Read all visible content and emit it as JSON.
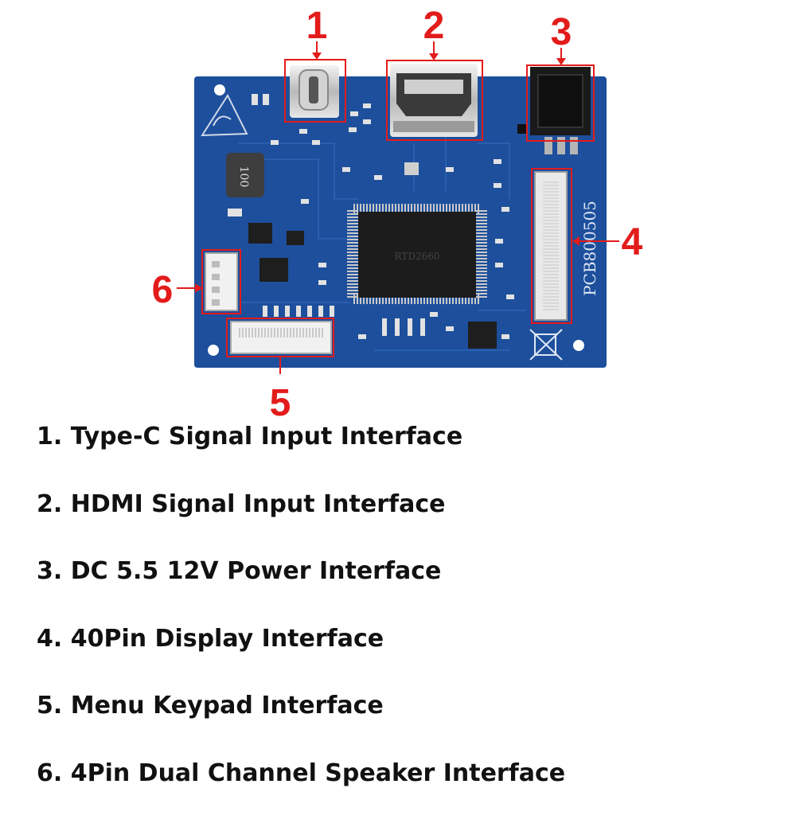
{
  "board": {
    "silkscreen_label": "PCB800505",
    "chip_marking": "RTD2660",
    "inductor_marking": "100"
  },
  "callouts": [
    {
      "number": "1"
    },
    {
      "number": "2"
    },
    {
      "number": "3"
    },
    {
      "number": "4"
    },
    {
      "number": "5"
    },
    {
      "number": "6"
    }
  ],
  "legend": [
    "1. Type-C Signal Input Interface",
    "2. HDMI Signal Input Interface",
    "3. DC 5.5 12V Power Interface",
    "4. 40Pin Display Interface",
    "5. Menu Keypad Interface",
    "6. 4Pin Dual Channel Speaker Interface"
  ],
  "colors": {
    "callout": "#e31b1b",
    "pcb": "#1d4f9c",
    "text": "#111111"
  }
}
